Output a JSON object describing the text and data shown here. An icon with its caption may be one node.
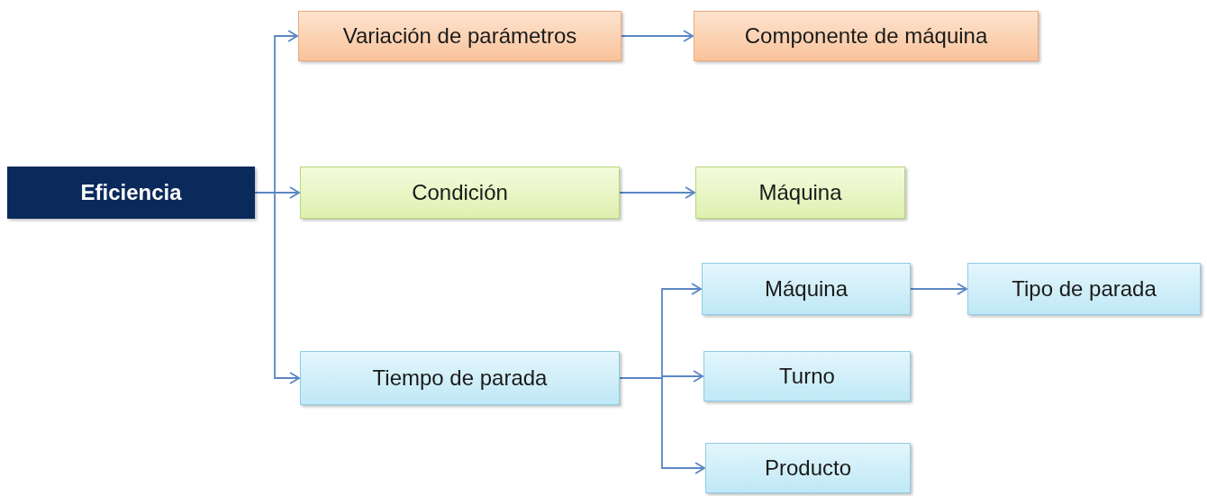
{
  "diagram": {
    "nodes": [
      {
        "text": [
          "Eficiencia"
        ]
      },
      {
        "text": [
          "Variación de parámetros"
        ]
      },
      {
        "text": [
          "Componente de máquina"
        ]
      },
      {
        "text": [
          "Condición"
        ]
      },
      {
        "text": [
          "Máquina"
        ]
      },
      {
        "text": [
          "Tiempo de parada"
        ]
      },
      {
        "text": [
          "Máquina"
        ]
      },
      {
        "text": [
          "Tipo de parada"
        ]
      },
      {
        "text": [
          "Turno"
        ]
      },
      {
        "text": [
          "Producto"
        ]
      }
    ],
    "edges": [
      {
        "from": 0,
        "to": 1,
        "arrow": "to"
      },
      {
        "from": 0,
        "to": 3,
        "arrow": "to"
      },
      {
        "from": 0,
        "to": 5,
        "arrow": "to"
      },
      {
        "from": 1,
        "to": 2,
        "arrow": "to"
      },
      {
        "from": 3,
        "to": 4,
        "arrow": "to"
      },
      {
        "from": 5,
        "to": 6,
        "arrow": "to"
      },
      {
        "from": 5,
        "to": 8,
        "arrow": "to"
      },
      {
        "from": 5,
        "to": 9,
        "arrow": "to"
      },
      {
        "from": 6,
        "to": 7,
        "arrow": "to"
      }
    ]
  }
}
